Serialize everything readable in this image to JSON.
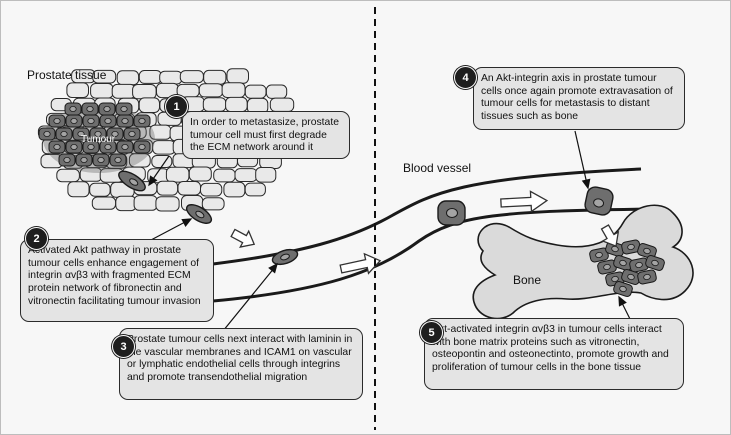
{
  "labels": {
    "prostate_tissue": "Prostate tissue",
    "tumour": "Tumour",
    "blood_vessel": "Blood vessel",
    "bone": "Bone"
  },
  "steps": [
    {
      "number": "1",
      "text": "In order to metastasize, prostate tumour cell must first degrade the ECM network around it"
    },
    {
      "number": "2",
      "text": "Activated Akt pathway in prostate tumour cells enhance engagement of integrin αvβ3 with fragmented ECM protein network of fibronectin and vitronectin facilitating tumour invasion"
    },
    {
      "number": "3",
      "text": "Prostate tumour cells next interact with laminin in the vascular membranes and ICAM1 on vascular or lymphatic endothelial cells through integrins and promote transendothelial migration"
    },
    {
      "number": "4",
      "text": "An Akt-integrin axis in prostate tumour cells once again promote extravasation of tumour cells for metastasis to distant tissues such as bone"
    },
    {
      "number": "5",
      "text": "Akt-activated integrin αvβ3 in tumour cells interact with bone matrix proteins such as vitronectin, osteopontin and osteonectinto, promote growth and proliferation of tumour cells in the bone tissue"
    }
  ],
  "colors": {
    "tissue_cell": "#e9e9e9",
    "tumour_cell": "#6e6e6e",
    "tumour_nucleus": "#a4a4a4",
    "bone": "#dadada",
    "vessel_wall": "#1a1a1a",
    "callout_box": "#e4e4e4",
    "badge": "#1e1e1e"
  },
  "icons": [
    "prostate-tissue-cells",
    "tumour-cell",
    "blood-vessel",
    "bone",
    "hollow-arrow",
    "dashed-divider"
  ]
}
